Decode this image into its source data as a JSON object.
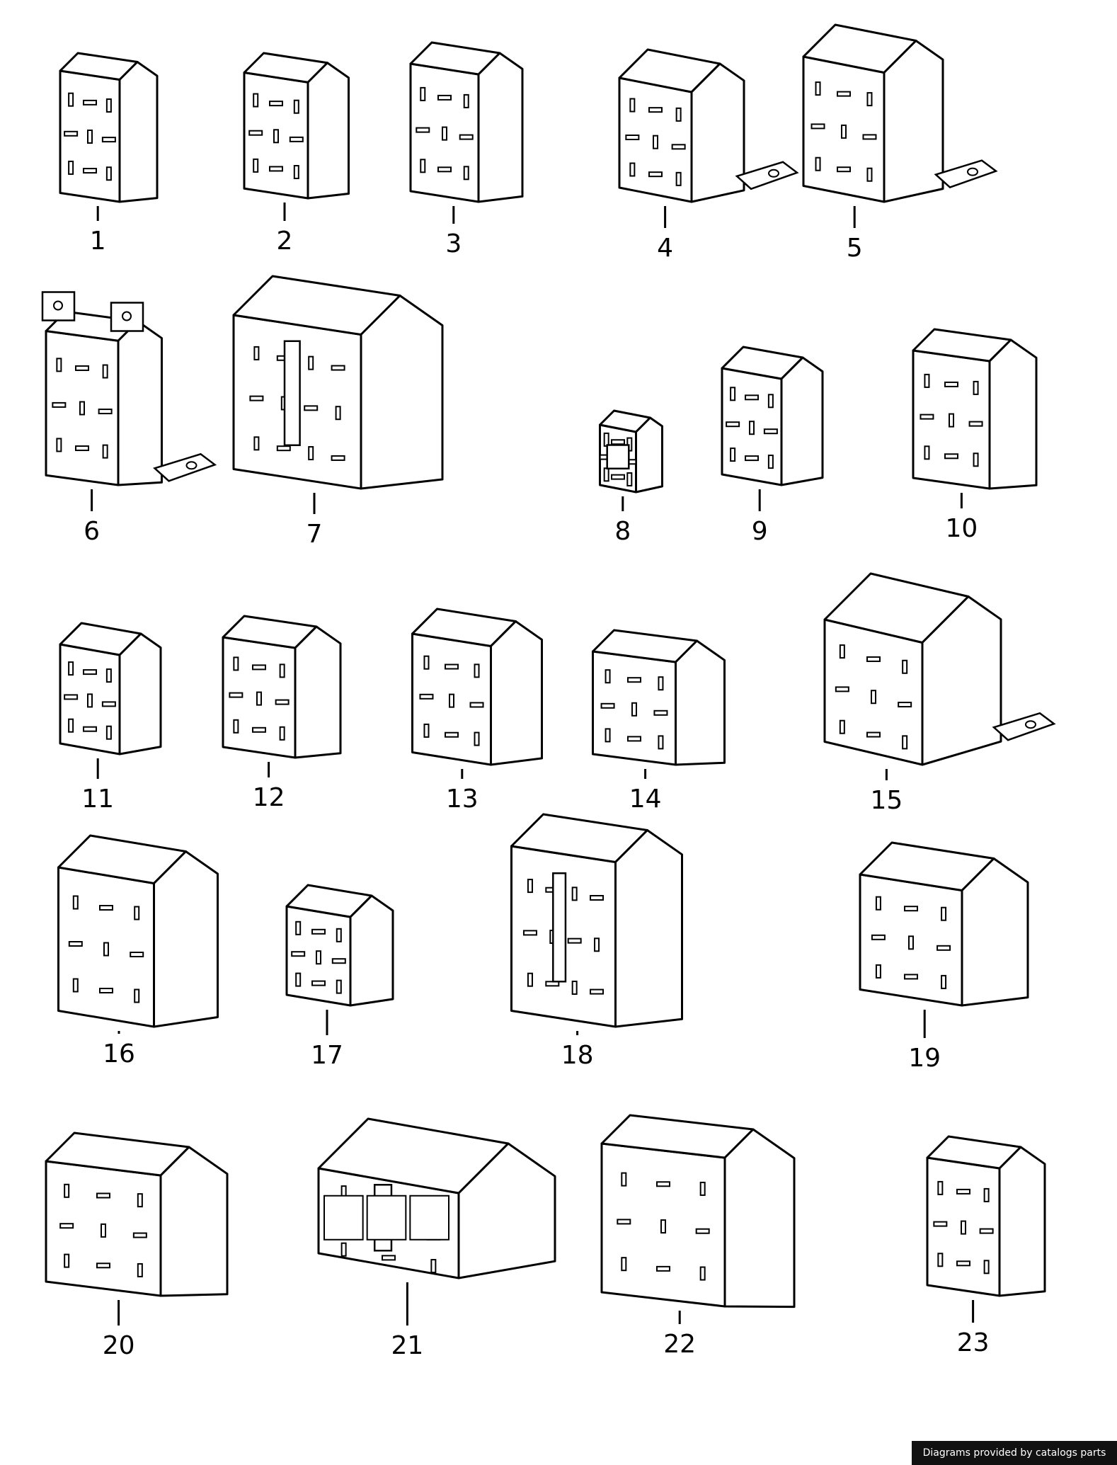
{
  "parts": [
    {
      "label": "1"
    },
    {
      "label": "2"
    },
    {
      "label": "3"
    },
    {
      "label": "4"
    },
    {
      "label": "5"
    },
    {
      "label": "6"
    },
    {
      "label": "7"
    },
    {
      "label": "8"
    },
    {
      "label": "9"
    },
    {
      "label": "10"
    },
    {
      "label": "11"
    },
    {
      "label": "12"
    },
    {
      "label": "13"
    },
    {
      "label": "14"
    },
    {
      "label": "15"
    },
    {
      "label": "16"
    },
    {
      "label": "17"
    },
    {
      "label": "18"
    },
    {
      "label": "19"
    },
    {
      "label": "20"
    },
    {
      "label": "21"
    },
    {
      "label": "22"
    },
    {
      "label": "23"
    }
  ],
  "credit": {
    "text": "Diagrams provided by catalogs parts",
    "background": "#111111",
    "color": "#ffffff"
  }
}
